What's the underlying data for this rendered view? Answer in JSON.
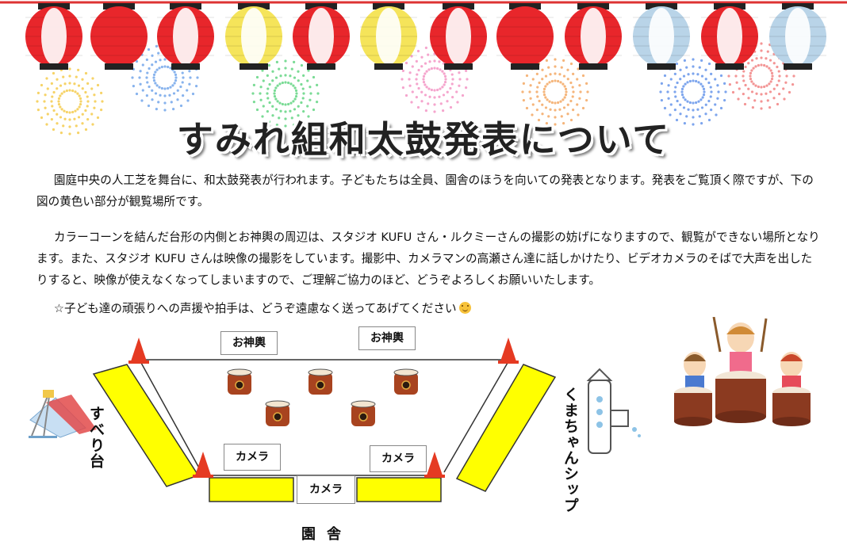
{
  "title": "すみれ組和太鼓発表について",
  "paragraphs": [
    "園庭中央の人工芝を舞台に、和太鼓発表が行われます。子どもたちは全員、園舎のほうを向いての発表となります。発表をご覧頂く際ですが、下の図の黄色い部分が観覧場所です。",
    "カラーコーンを結んだ台形の内側とお神輿の周辺は、スタジオ KUFU さん・ルクミーさんの撮影の妨げになりますので、観覧ができない場所となります。また、スタジオ KUFU さんは映像の撮影をしています。撮影中、カメラマンの高瀬さん達に話しかけたり、ビデオカメラのそばで大声を出したりすると、映像が使えなくなってしまいますので、ご理解ご協力のほど、どうぞよろしくお願いいたします。",
    "☆子ども達の頑張りへの声援や拍手は、どうぞ遠慮なく送ってあげてください"
  ],
  "diagram": {
    "omikoshi_left": "お神輿",
    "omikoshi_right": "お神輿",
    "camera_left": "カメラ",
    "camera_right": "カメラ",
    "camera_center": "カメラ",
    "slide_label": "すべり台",
    "ship_label": "くまちゃんシップ",
    "building_label": "園舎"
  },
  "colors": {
    "viewing_area": "#ffff00",
    "lantern_red": "#e8262b",
    "lantern_yellow": "#f5e45a",
    "lantern_blue": "#b9d4e8",
    "cone": "#e53a22"
  }
}
